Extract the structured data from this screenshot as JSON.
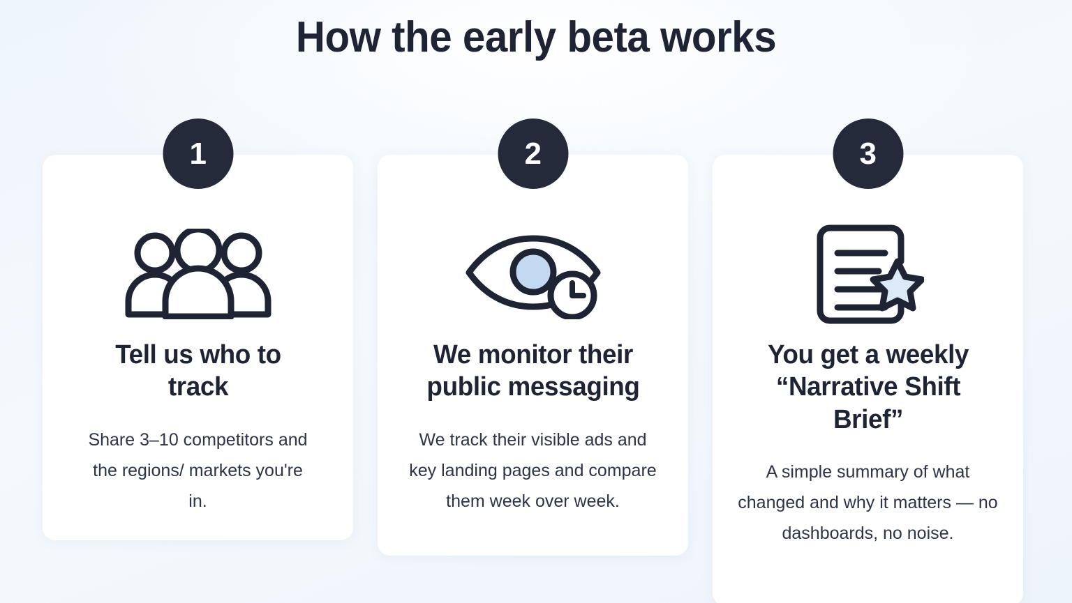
{
  "heading": "How the early beta works",
  "theme": {
    "background": "#f1f7fd",
    "card_background": "#ffffff",
    "ink": "#1e2433",
    "badge_background": "#252a3a",
    "badge_text": "#ffffff",
    "accent_light_blue": "#c3d9f2",
    "accent_pale_blue": "#dce9f8"
  },
  "steps": [
    {
      "number": "1",
      "icon": "people-group-icon",
      "title": "Tell us who to track",
      "body": "Share 3–10 competitors and the regions/ markets you're in."
    },
    {
      "number": "2",
      "icon": "eye-clock-icon",
      "title": "We monitor their public messaging",
      "body": "We track their visible ads and key landing pages and compare them week over week."
    },
    {
      "number": "3",
      "icon": "document-star-icon",
      "title": "You get a weekly “Narrative Shift Brief”",
      "body": "A simple summary of what changed and why it matters — no dashboards, no noise."
    }
  ]
}
